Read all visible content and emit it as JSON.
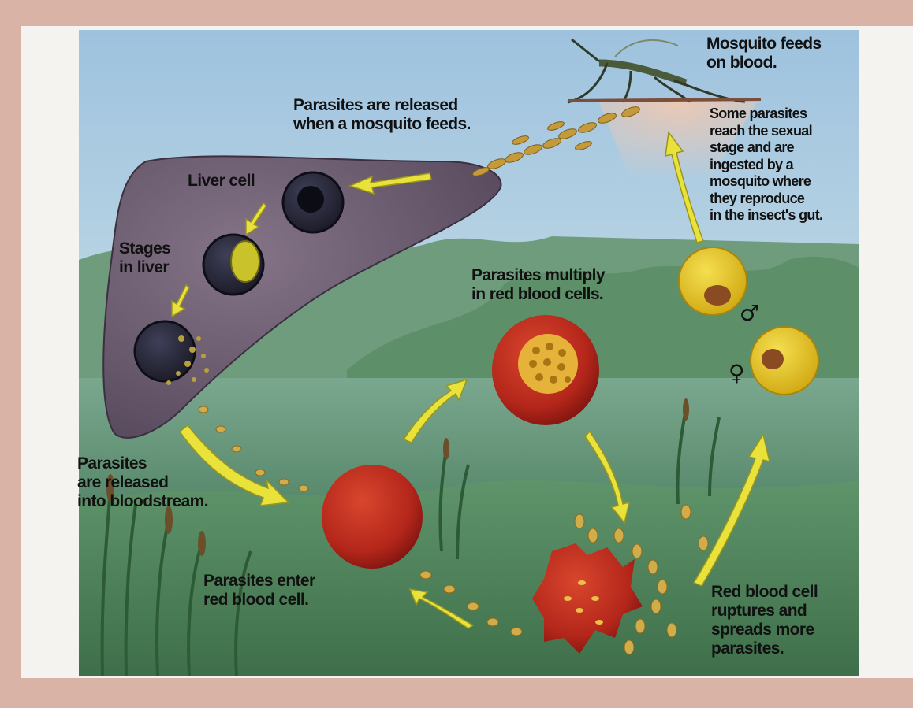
{
  "colors": {
    "frame": "#d9b3a5",
    "panel": "#f4f3ef",
    "sky": "#a9c9e0",
    "liver": "#6b5a6e",
    "arrow": "#e8e23a",
    "blood_cell": "#b8231a",
    "gametocyte": "#e3c21a",
    "parasite": "#c9a23c"
  },
  "labels": {
    "mosquito_feeds": "Mosquito feeds\non blood.",
    "released_when_feeds": "Parasites are released\nwhen a mosquito feeds.",
    "liver_cell": "Liver cell",
    "stages_in_liver": "Stages\nin liver",
    "sexual_stage": "Some parasites\nreach the sexual\nstage and are\ningested by a\nmosquito where\nthey reproduce\nin the insect's gut.",
    "multiply": "Parasites multiply\nin red blood cells.",
    "into_bloodstream": "Parasites\nare released\ninto bloodstream.",
    "enter_rbc": "Parasites enter\nred blood cell.",
    "rupture": "Red blood cell\nruptures and\nspreads more\nparasites."
  },
  "symbols": {
    "male": "♂",
    "female": "♀"
  }
}
